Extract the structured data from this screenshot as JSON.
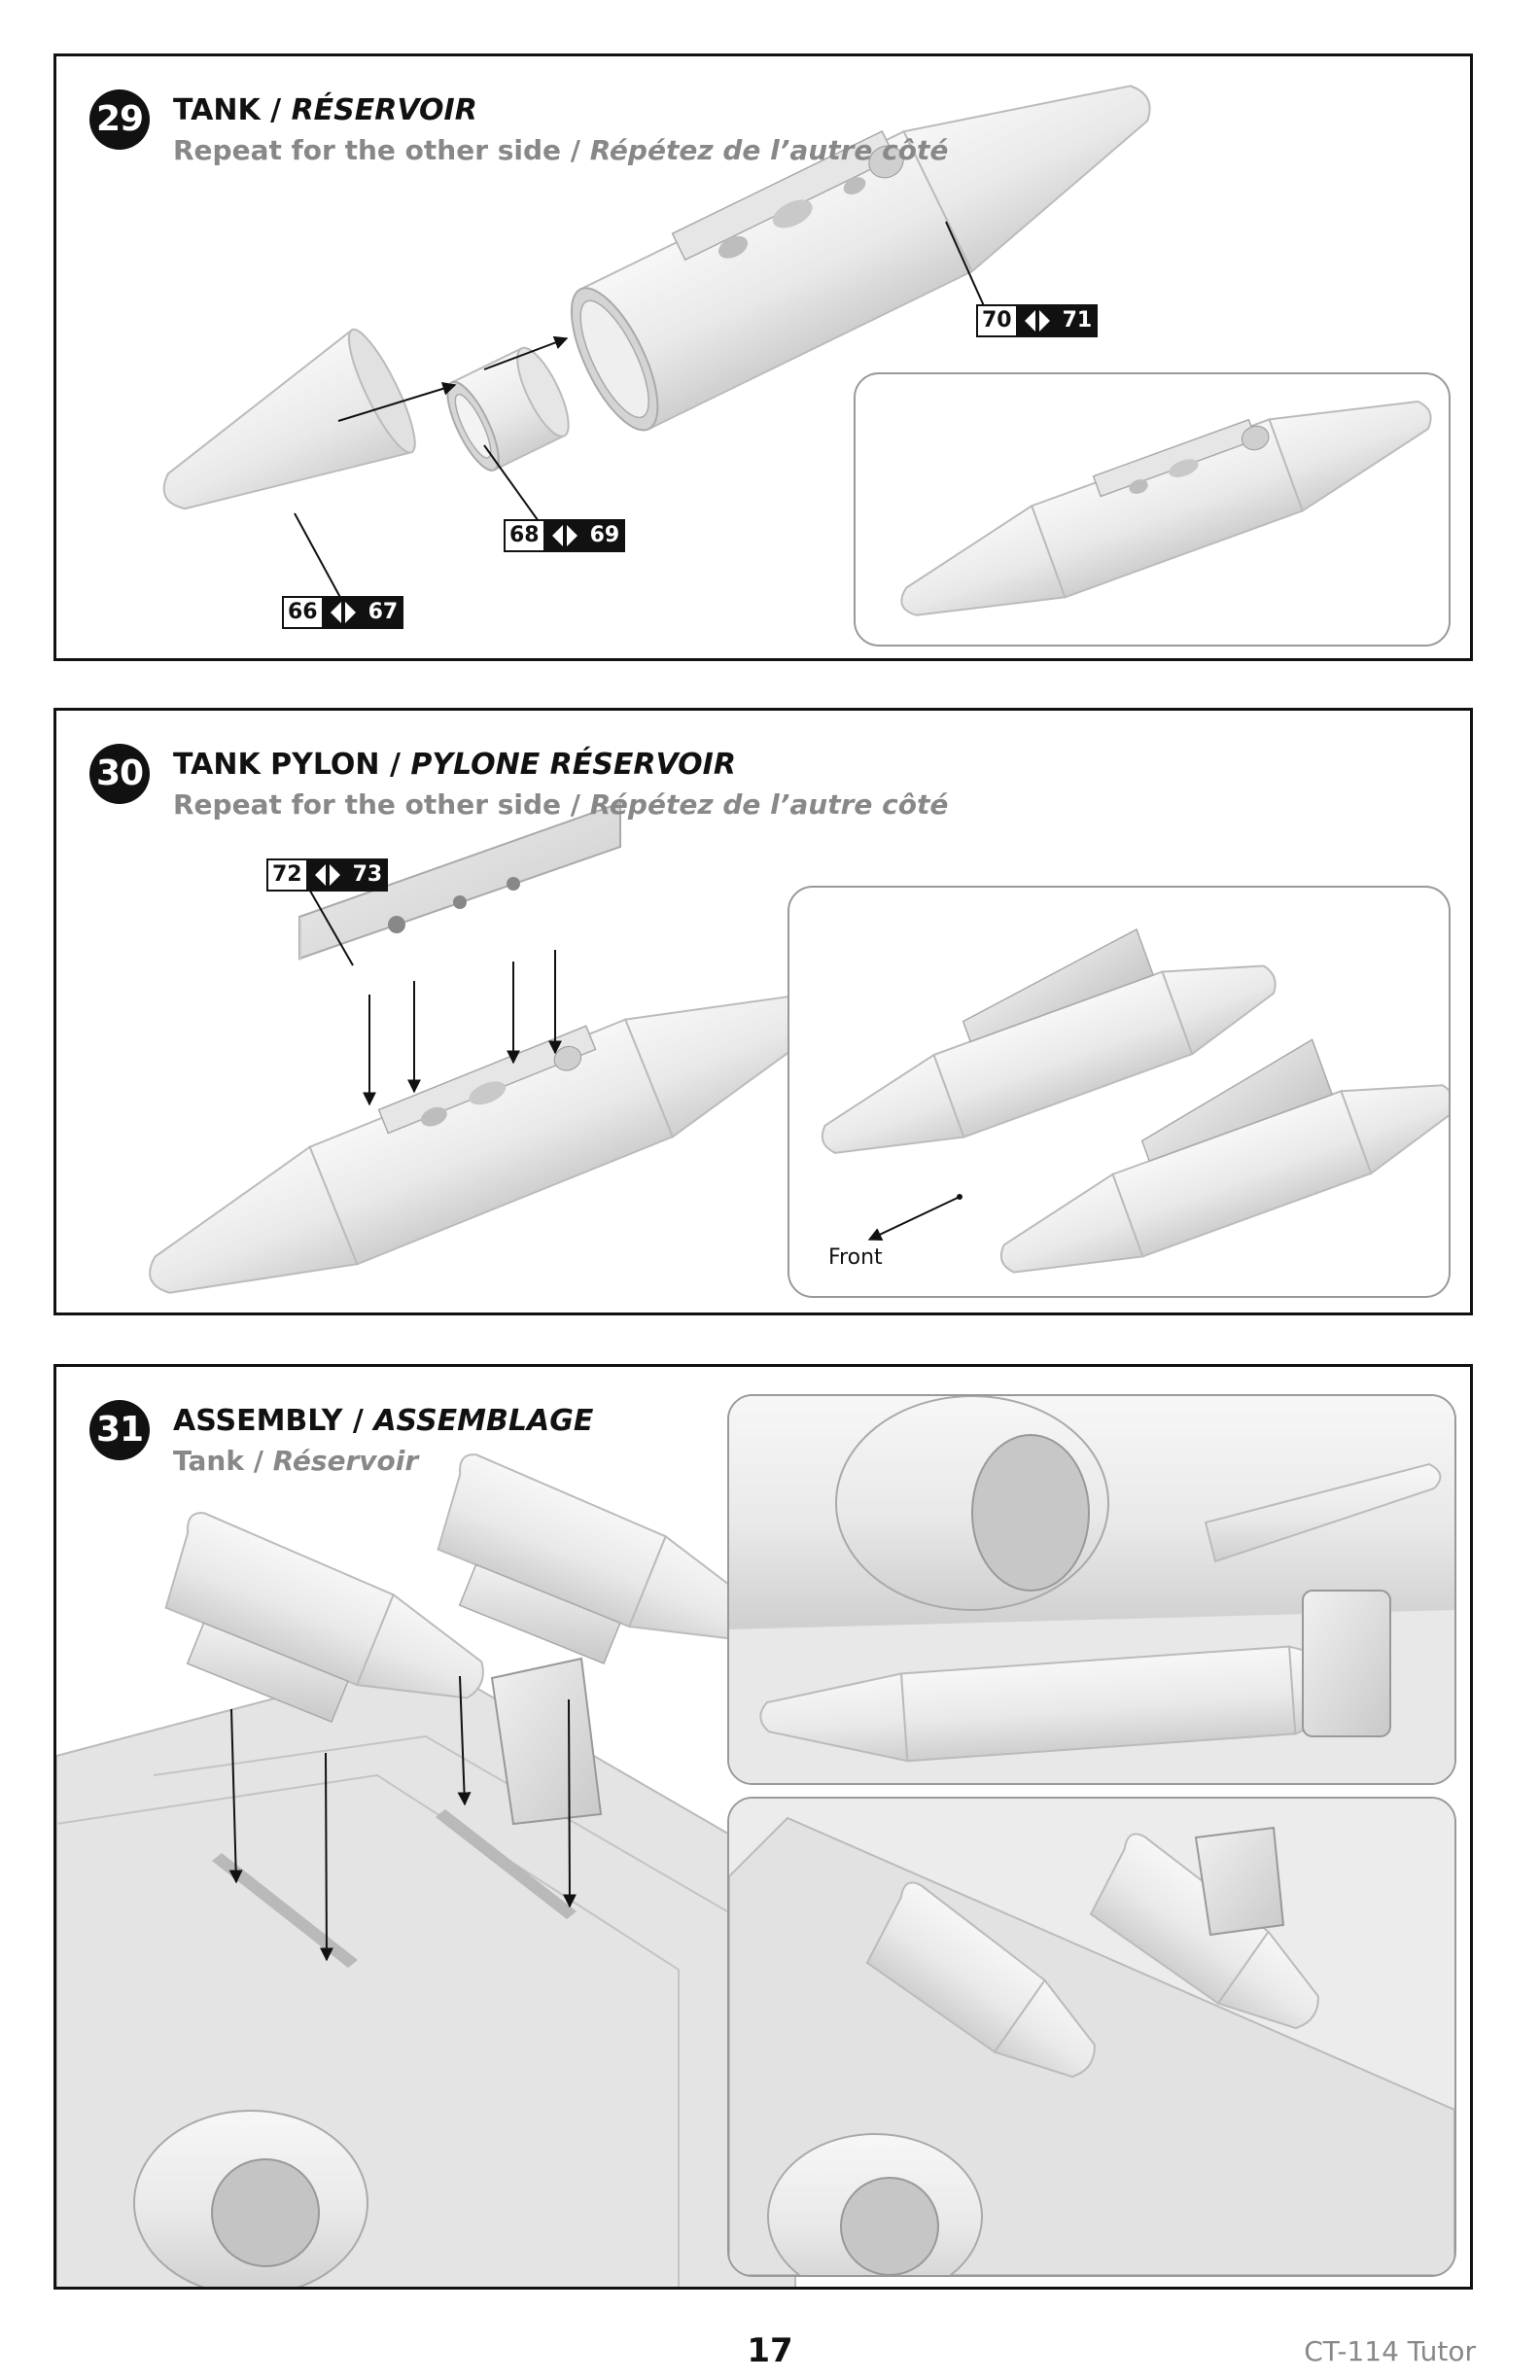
{
  "steps": [
    {
      "number": "29",
      "title_en": "TANK / ",
      "title_fr": "RÉSERVOIR",
      "subtitle_en": "Repeat for the other side / ",
      "subtitle_fr": "Répétez de l’autre côté",
      "part_labels": [
        {
          "left": "66",
          "right": "67"
        },
        {
          "left": "68",
          "right": "69"
        },
        {
          "left": "70",
          "right": "71"
        }
      ]
    },
    {
      "number": "30",
      "title_en": "TANK PYLON / ",
      "title_fr": "PYLONE RÉSERVOIR",
      "subtitle_en": "Repeat for the other side / ",
      "subtitle_fr": "Répétez de l’autre côté",
      "part_labels": [
        {
          "left": "72",
          "right": "73"
        }
      ],
      "front_label": "Front"
    },
    {
      "number": "31",
      "title_en": "ASSEMBLY / ",
      "title_fr": "ASSEMBLAGE",
      "subtitle_en": "Tank / ",
      "subtitle_fr": "Réservoir"
    }
  ],
  "footer": {
    "page_number": "17",
    "model_name": "CT-114 Tutor"
  },
  "icons": [
    "left-right-pair-icon"
  ],
  "colors": {
    "ink": "#111111",
    "subtitle_gray": "#888888",
    "part_fill": "#ececec"
  }
}
